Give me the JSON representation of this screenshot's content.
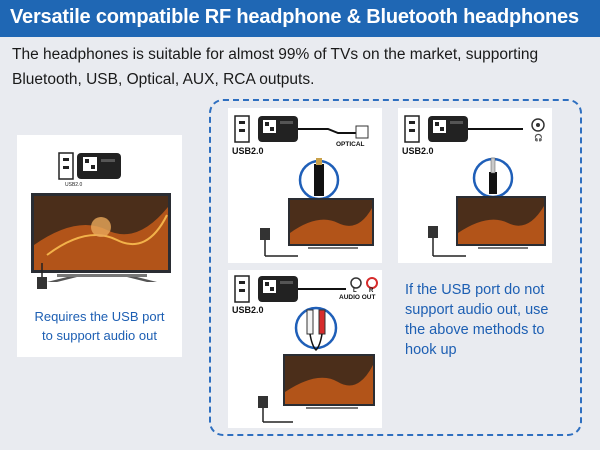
{
  "header": {
    "title": "Versatile compatible RF headphone & Bluetooth headphones"
  },
  "description": {
    "line1": "The headphones is suitable for almost 99% of TVs on the market, supporting",
    "line2": "Bluetooth, USB, Optical, AUX, RCA outputs."
  },
  "usb_panel": {
    "caption_line1": "Requires the USB port",
    "caption_line2": "to support audio out",
    "usb_label": "USB2.0"
  },
  "optical_panel": {
    "usb_label": "USB2.0",
    "port_label": "OPTICAL"
  },
  "aux_panel": {
    "usb_label": "USB2.0"
  },
  "rca_panel": {
    "usb_label": "USB2.0",
    "l_label": "L",
    "r_label": "R",
    "port_label": "AUDIO OUT"
  },
  "note": {
    "line1": "If the USB port do not",
    "line2": "support audio out, use",
    "line3": "the above methods to",
    "line4": "hook up"
  },
  "colors": {
    "banner": "#1f67b4",
    "dash": "#2e6fc0",
    "note_text": "#1d5fb3",
    "cable": "#111111",
    "rca_red": "#d62b2b"
  }
}
